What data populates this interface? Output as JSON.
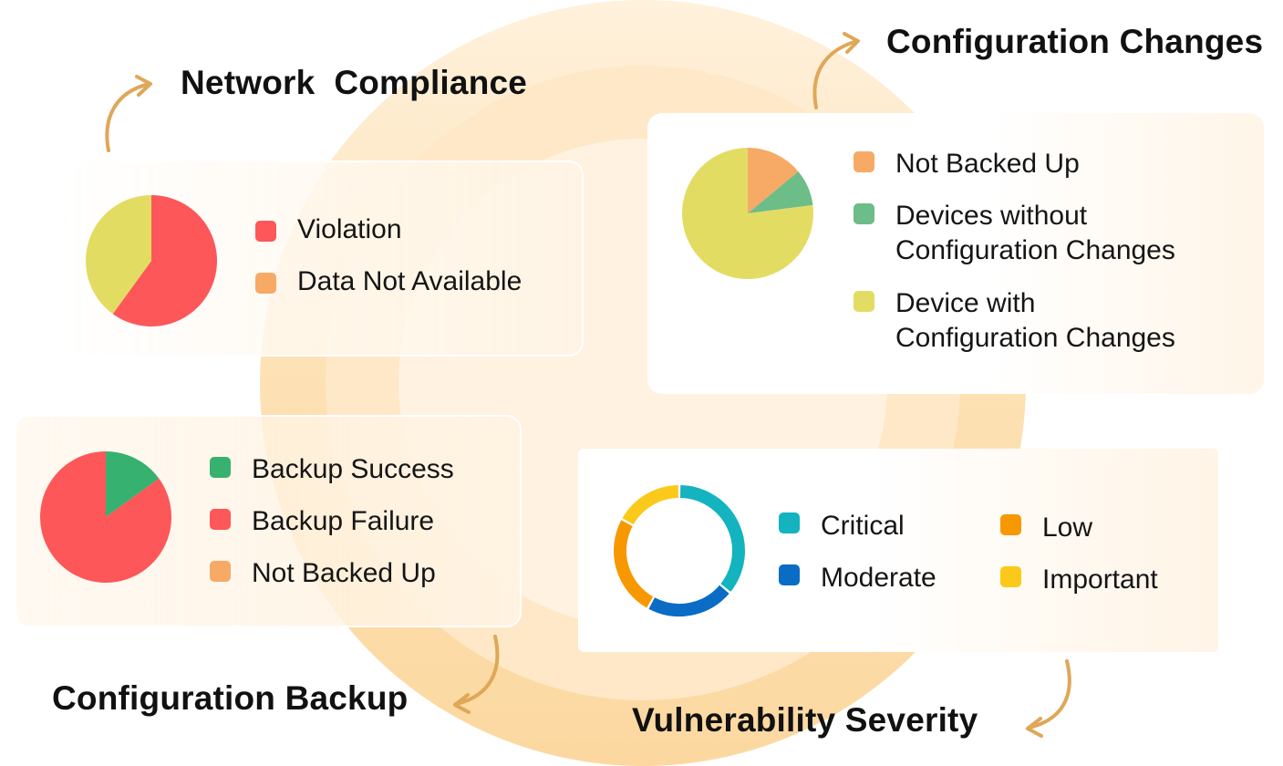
{
  "colors": {
    "ring_outer": "#fde1b4",
    "ring_mid": "#fee9c8",
    "ring_inner": "#fff3e2",
    "arrow": "#dfa758",
    "red": "#fd5759",
    "yellow_green": "#e2dc63",
    "orange": "#f6aa66",
    "teal_green": "#6cbd88",
    "green": "#36b170",
    "teal": "#13b3c0",
    "blue": "#0b6cc6",
    "dark_orange": "#f89800",
    "yellow": "#fbc919"
  },
  "sections": {
    "network_compliance": {
      "title": "Network  Compliance"
    },
    "configuration_changes": {
      "title": "Configuration Changes"
    },
    "configuration_backup": {
      "title": "Configuration Backup"
    },
    "vulnerability_severity": {
      "title": "Vulnerability Severity"
    }
  },
  "legends": {
    "network_compliance": [
      {
        "label": "Violation",
        "color": "#fd5759"
      },
      {
        "label": "Data Not Available",
        "color": "#f6aa66"
      }
    ],
    "configuration_changes": [
      {
        "lines": [
          "Not Backed Up"
        ],
        "color": "#f6aa66"
      },
      {
        "lines": [
          "Devices without",
          "Configuration Changes"
        ],
        "color": "#6cbd88"
      },
      {
        "lines": [
          "Device with",
          "Configuration Changes"
        ],
        "color": "#e2dc63"
      }
    ],
    "configuration_backup": [
      {
        "label": "Backup Success",
        "color": "#36b170"
      },
      {
        "label": "Backup Failure",
        "color": "#fd5759"
      },
      {
        "label": "Not Backed Up",
        "color": "#f6aa66"
      }
    ],
    "vulnerability_severity": [
      {
        "label": "Critical",
        "color": "#13b3c0"
      },
      {
        "label": "Low",
        "color": "#f89800"
      },
      {
        "label": "Moderate",
        "color": "#0b6cc6"
      },
      {
        "label": "Important",
        "color": "#fbc919"
      }
    ]
  },
  "chart_data": [
    {
      "type": "pie",
      "title": "Network  Compliance",
      "series": [
        {
          "name": "Violation",
          "value": 60,
          "color": "#fd5759"
        },
        {
          "name": "Data Not Available",
          "value": 0,
          "color": "#f6aa66"
        },
        {
          "value": 40,
          "color": "#e2dc63"
        }
      ]
    },
    {
      "type": "pie",
      "title": "Configuration Changes",
      "series": [
        {
          "name": "Not Backed Up",
          "value": 14,
          "color": "#f6aa66"
        },
        {
          "name": "Devices without Configuration Changes",
          "value": 9,
          "color": "#6cbd88"
        },
        {
          "name": "Device with Configuration Changes",
          "value": 77,
          "color": "#e2dc63"
        }
      ]
    },
    {
      "type": "pie",
      "title": "Configuration Backup",
      "series": [
        {
          "name": "Backup Success",
          "value": 15,
          "color": "#36b170"
        },
        {
          "name": "Backup Failure",
          "value": 85,
          "color": "#fd5759"
        },
        {
          "name": "Not Backed Up",
          "value": 0,
          "color": "#f6aa66"
        }
      ]
    },
    {
      "type": "pie",
      "title": "Vulnerability Severity",
      "donut": true,
      "series": [
        {
          "name": "Critical",
          "value": 36,
          "color": "#13b3c0"
        },
        {
          "name": "Moderate",
          "value": 22,
          "color": "#0b6cc6"
        },
        {
          "name": "Low",
          "value": 25,
          "color": "#f89800"
        },
        {
          "name": "Important",
          "value": 17,
          "color": "#fbc919"
        }
      ]
    }
  ]
}
